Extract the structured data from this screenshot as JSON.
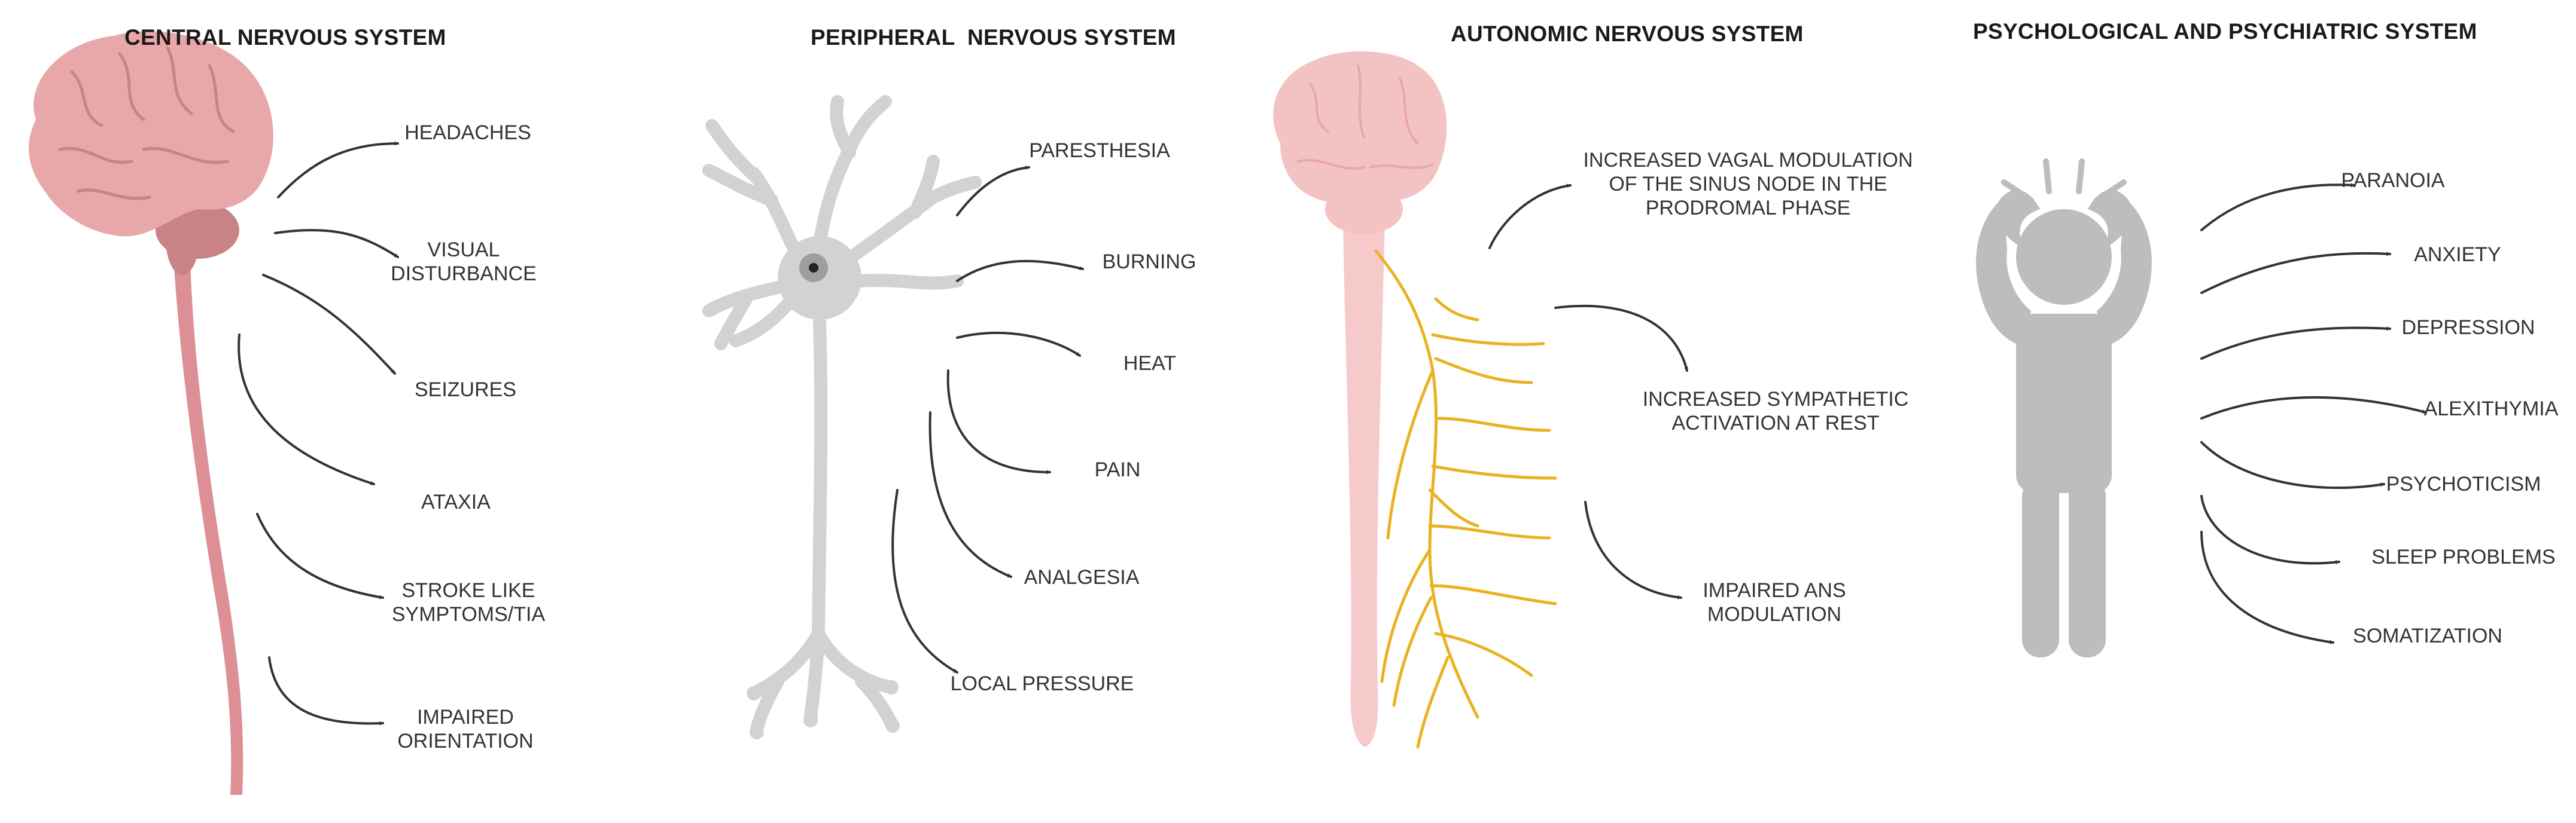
{
  "colors": {
    "text": "#1a1a1a",
    "arrow": "#333333",
    "brain": "#e8a7a9",
    "brain_shade": "#c98385",
    "cord": "#dc8f95",
    "neuron": "#d2d2d2",
    "autonomic_brain": "#f3c2c3",
    "autonomic_cord": "#f6c9cb",
    "nerves": "#eab221",
    "person": "#bdbdbd"
  },
  "panels": [
    {
      "title": "CENTRAL NERVOUS SYSTEM",
      "illustration": "brain-spinal-cord",
      "items": [
        "HEADACHES",
        "VISUAL\nDISTURBANCE",
        "SEIZURES",
        "ATAXIA",
        "STROKE LIKE\nSYMPTOMS/TIA",
        "IMPAIRED\nORIENTATION"
      ]
    },
    {
      "title": "PERIPHERAL  NERVOUS SYSTEM",
      "illustration": "neuron",
      "items": [
        "PARESTHESIA",
        "BURNING",
        "HEAT",
        "PAIN",
        "ANALGESIA",
        "LOCAL PRESSURE"
      ]
    },
    {
      "title": "AUTONOMIC NERVOUS SYSTEM",
      "illustration": "brain-autonomic-nerves",
      "items": [
        "INCREASED VAGAL MODULATION\nOF THE SINUS NODE IN THE\nPRODROMAL PHASE",
        "INCREASED SYMPATHETIC\nACTIVATION AT REST",
        "IMPAIRED ANS\nMODULATION"
      ]
    },
    {
      "title": "PSYCHOLOGICAL AND PSYCHIATRIC SYSTEM",
      "illustration": "stressed-person",
      "items": [
        "PARANOIA",
        "ANXIETY",
        "DEPRESSION",
        "ALEXITHYMIA",
        "PSYCHOTICISM",
        "SLEEP PROBLEMS",
        "SOMATIZATION"
      ]
    }
  ]
}
